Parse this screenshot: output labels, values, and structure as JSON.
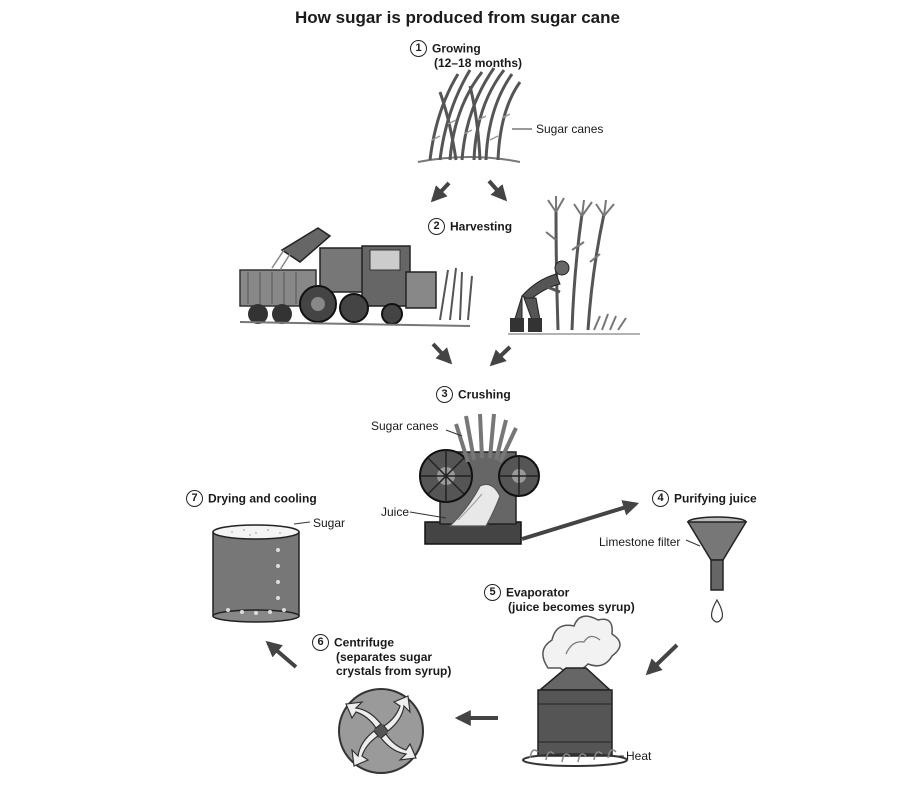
{
  "title": "How sugar is produced from sugar cane",
  "steps": [
    {
      "num": "1",
      "label": "Growing",
      "detail": "(12–18 months)"
    },
    {
      "num": "2",
      "label": "Harvesting",
      "detail": ""
    },
    {
      "num": "3",
      "label": "Crushing",
      "detail": ""
    },
    {
      "num": "4",
      "label": "Purifying juice",
      "detail": ""
    },
    {
      "num": "5",
      "label": "Evaporator",
      "detail": "(juice becomes syrup)"
    },
    {
      "num": "6",
      "label": "Centrifuge",
      "detail": "(separates sugar",
      "detail2": "crystals from syrup)"
    },
    {
      "num": "7",
      "label": "Drying and cooling",
      "detail": ""
    }
  ],
  "labels": {
    "sugar_canes_field": "Sugar canes",
    "sugar_canes_crusher": "Sugar canes",
    "juice": "Juice",
    "limestone_filter": "Limestone filter",
    "heat": "Heat",
    "sugar": "Sugar"
  }
}
